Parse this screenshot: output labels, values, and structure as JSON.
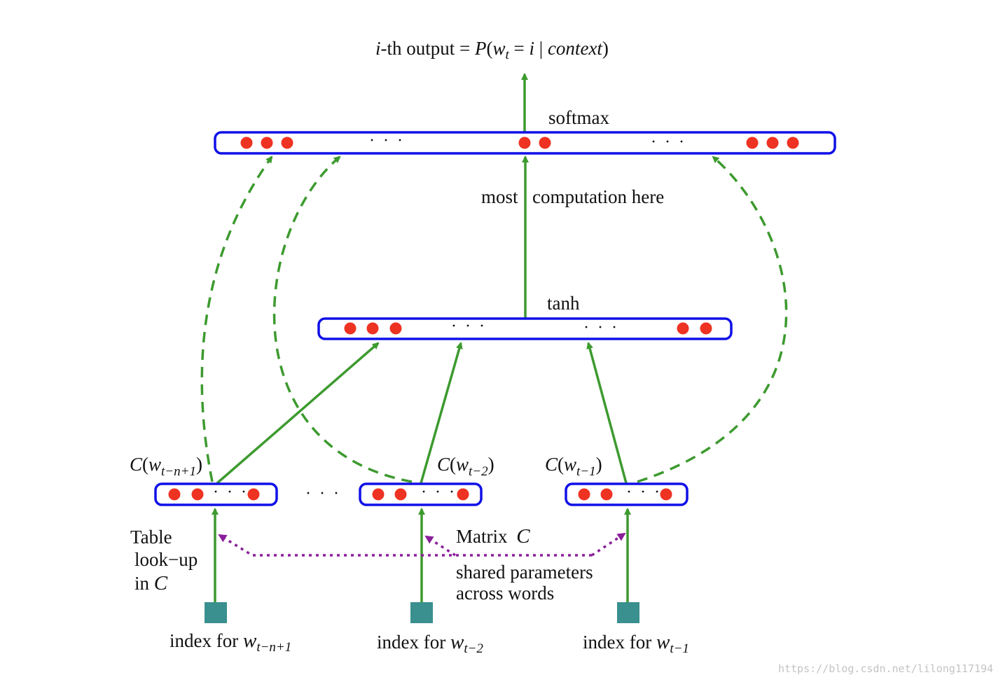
{
  "title": {
    "prefix_i": "i",
    "prefix_rest": "-th output = ",
    "P": "P",
    "open": "(",
    "w": "w",
    "t": "t",
    "eq": " = ",
    "i": "i",
    "bar": " | ",
    "context": "context",
    "close": ")"
  },
  "layers": {
    "softmax": "softmax",
    "tanh": "tanh",
    "computation_left": "most",
    "computation_right": "computation here"
  },
  "embeddings": {
    "left": {
      "C": "C",
      "open": "(",
      "w": "w",
      "sub": "t−n+1",
      "close": ")"
    },
    "mid": {
      "C": "C",
      "open": "(",
      "w": "w",
      "sub": "t−2",
      "close": ")"
    },
    "right": {
      "C": "C",
      "open": "(",
      "w": "w",
      "sub": "t−1",
      "close": ")"
    }
  },
  "ellipsis": "· · ·",
  "lookup": {
    "line1": "Table",
    "line2": "look−up",
    "line3_prefix": "in ",
    "line3_C": "C"
  },
  "matrix": {
    "label_prefix": "Matrix ",
    "label_C": "C",
    "shared_line1": "shared parameters",
    "shared_line2": "across words"
  },
  "indices": {
    "left": {
      "prefix": "index for ",
      "w": "w",
      "sub": "t−n+1"
    },
    "mid": {
      "prefix": "index for ",
      "w": "w",
      "sub": "t−2"
    },
    "right": {
      "prefix": "index for ",
      "w": "w",
      "sub": "t−1"
    }
  },
  "watermark": "https://blog.csdn.net/lilong117194",
  "colors": {
    "box_border": "#1010e8",
    "neuron": "#ee3322",
    "arrow": "#3d9a2f",
    "dotted": "#8a1f9a",
    "index_square": "#3a8f8f"
  }
}
